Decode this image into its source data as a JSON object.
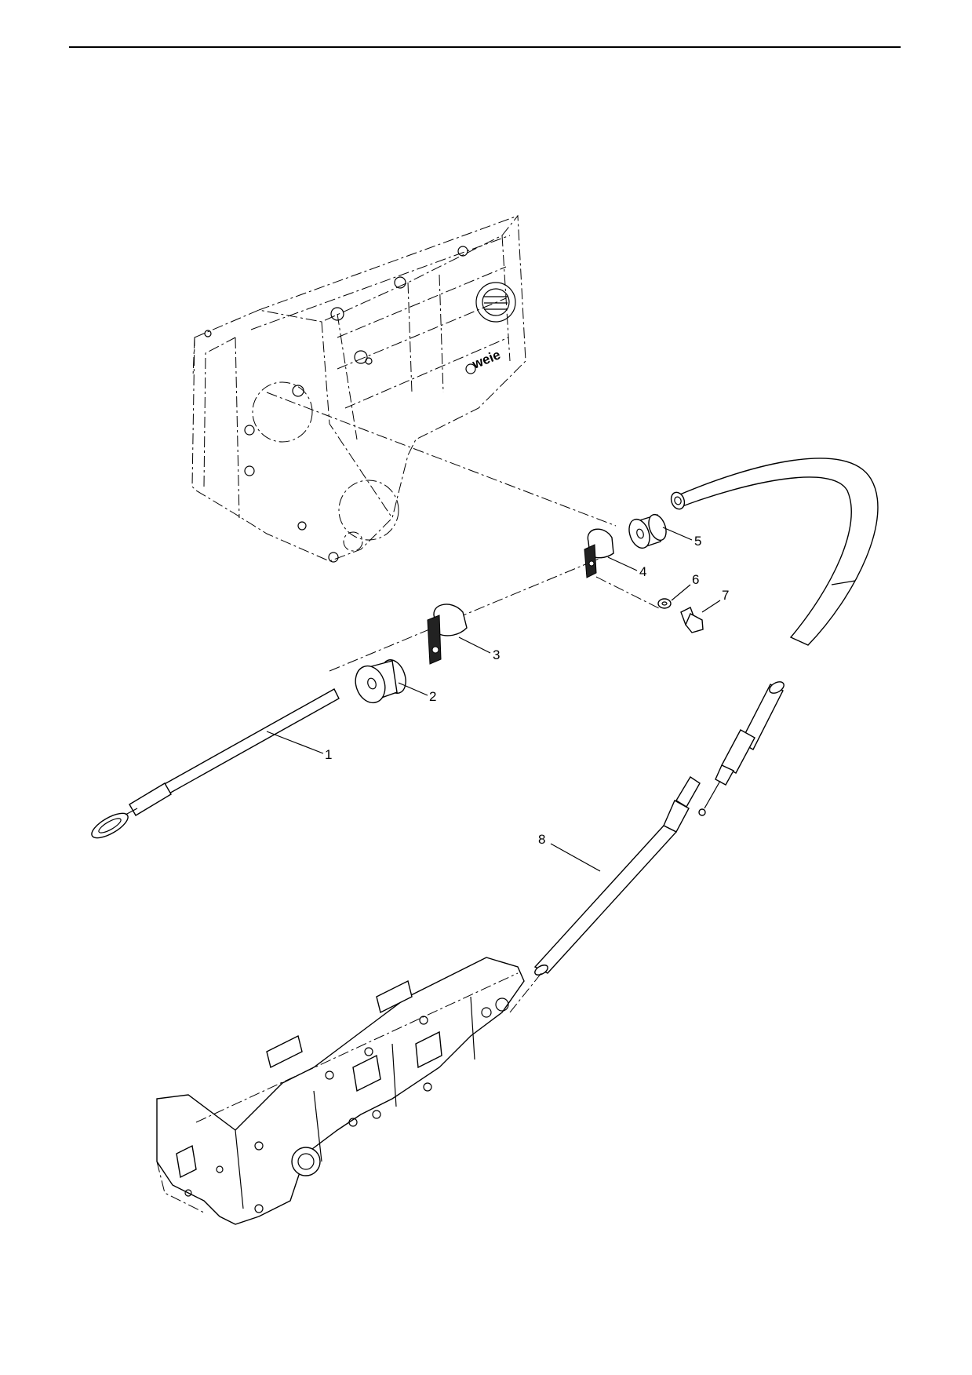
{
  "callouts": [
    {
      "n": "1"
    },
    {
      "n": "2"
    },
    {
      "n": "3"
    },
    {
      "n": "4"
    },
    {
      "n": "5"
    },
    {
      "n": "6"
    },
    {
      "n": "7"
    },
    {
      "n": "8"
    }
  ],
  "logo_text": "weie"
}
